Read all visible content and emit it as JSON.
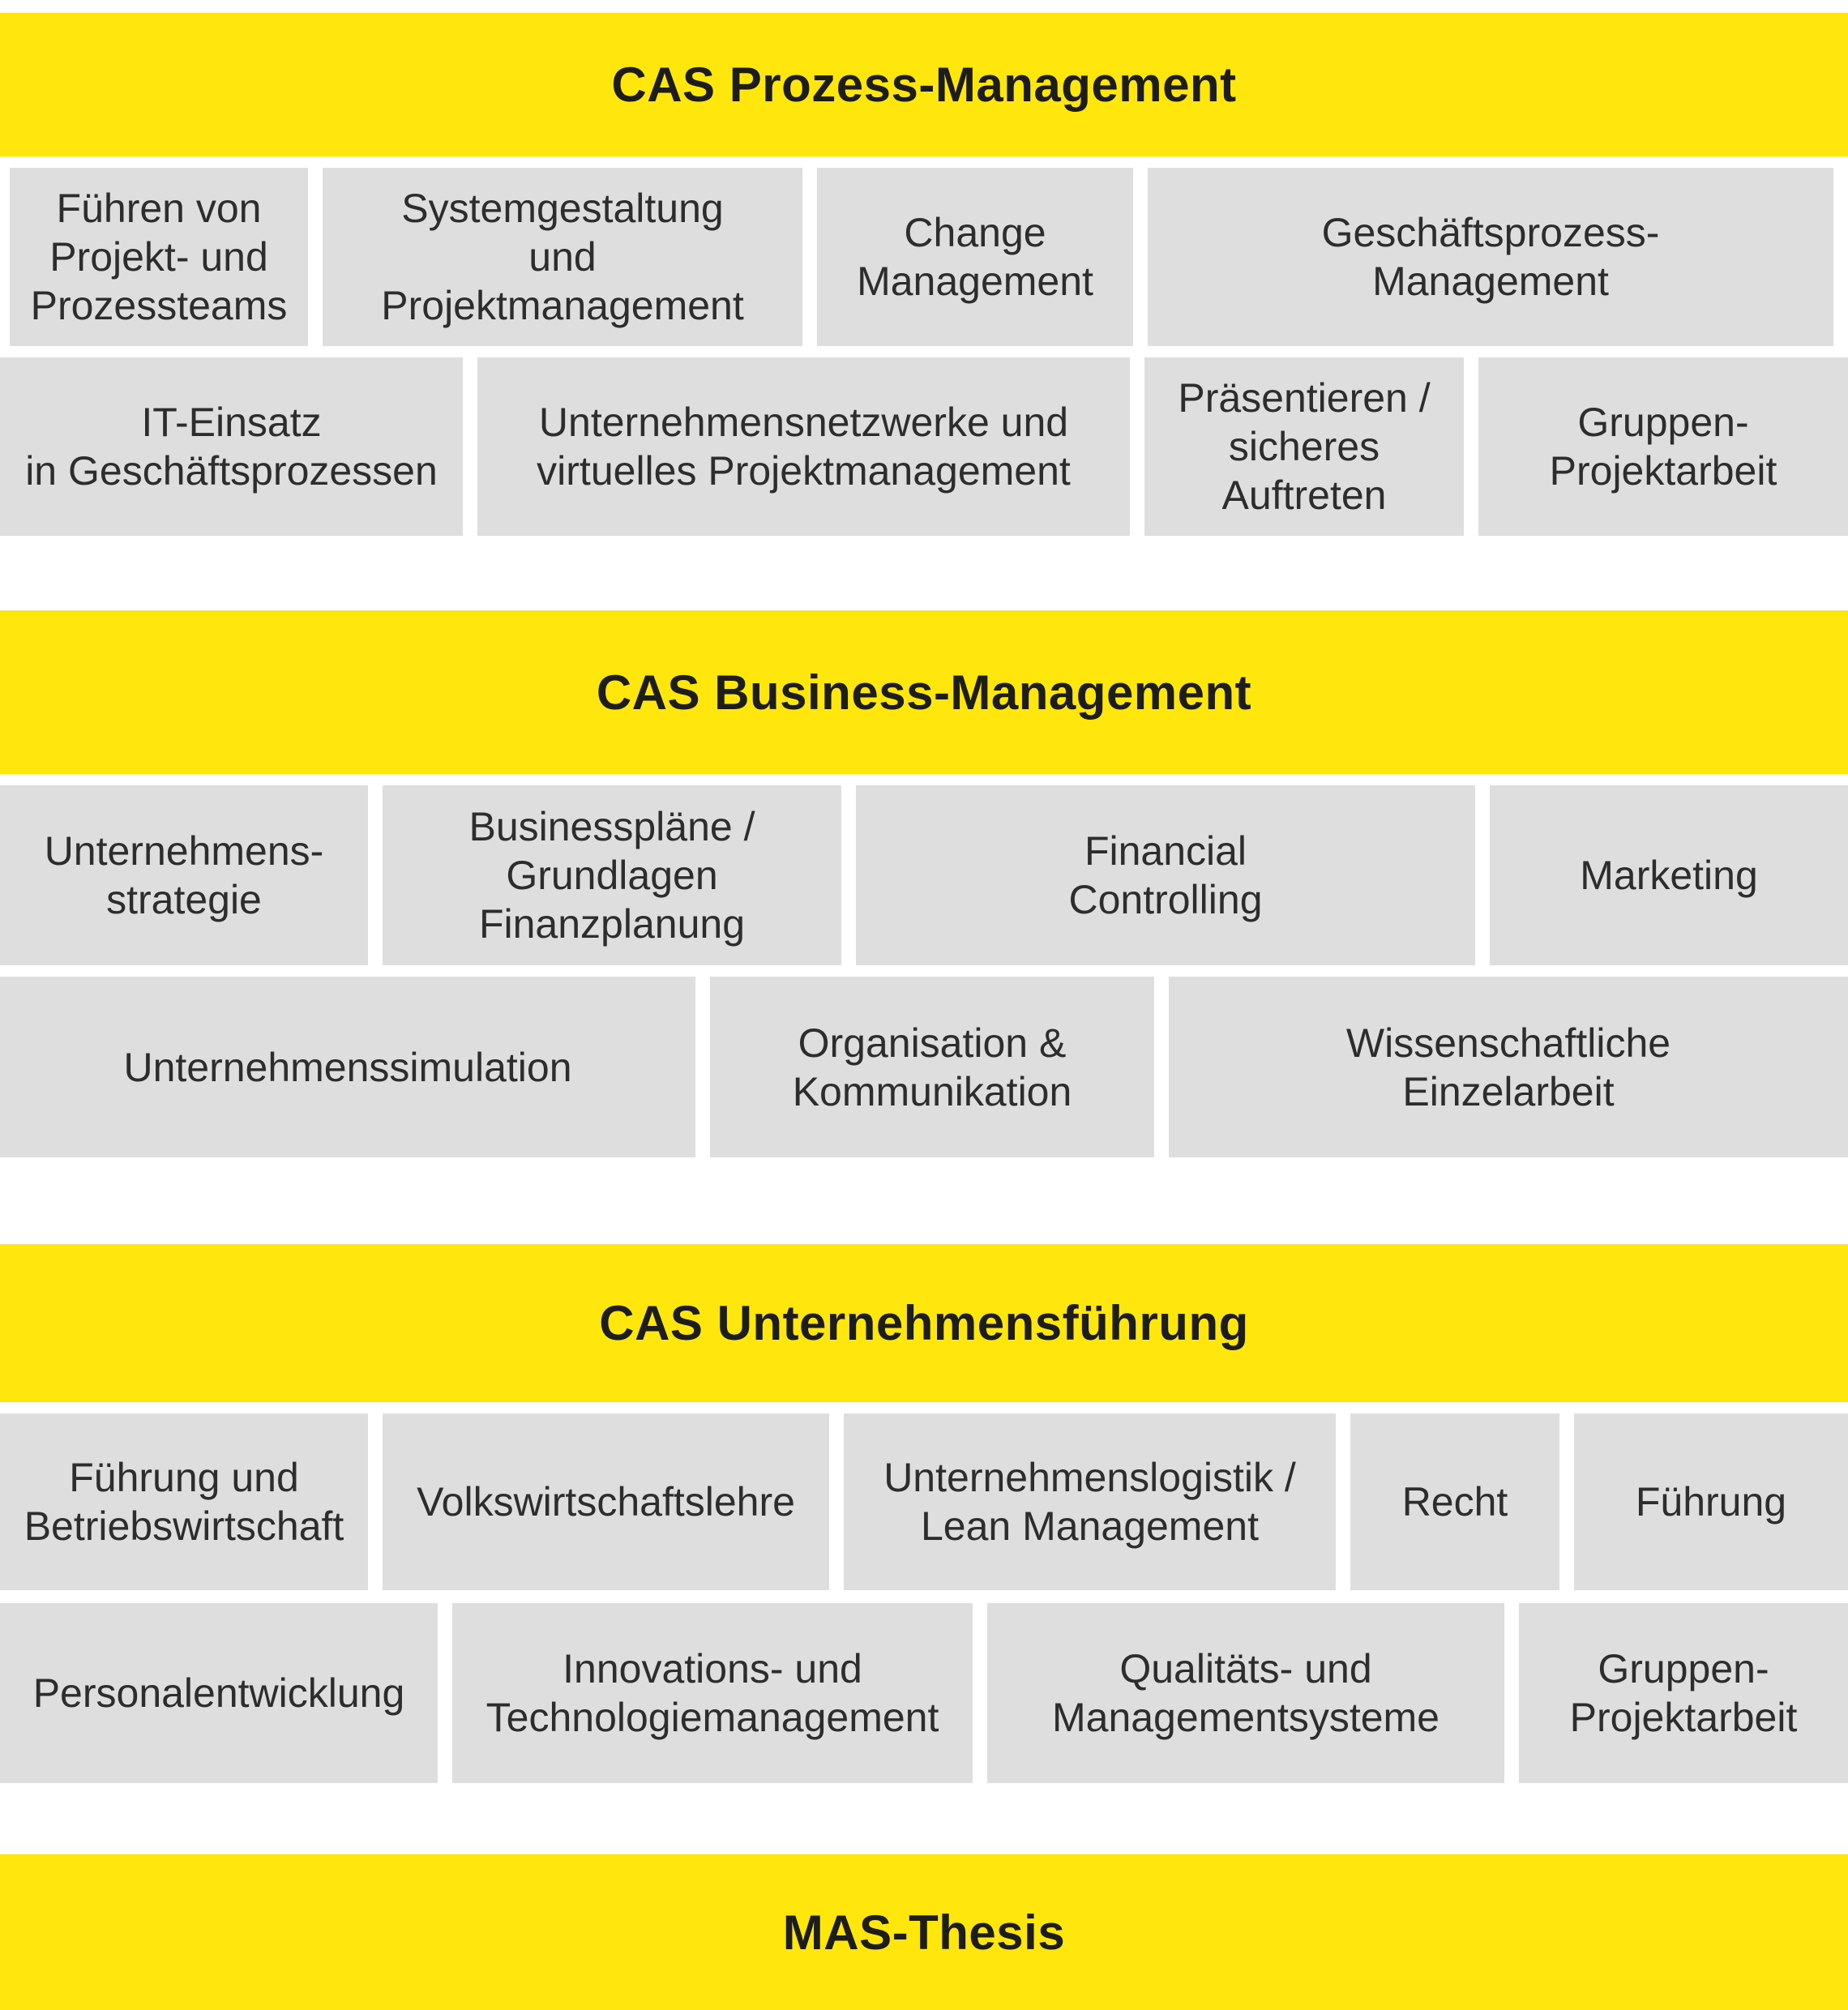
{
  "colors": {
    "band_yellow": "#ffe60d",
    "box_gray": "#dedede",
    "title_text": "#1d1d1b",
    "body_text": "#2d2d2d",
    "page_background": "#ffffff"
  },
  "sections": [
    {
      "title": "CAS Prozess-Management",
      "rows": [
        {
          "cells": [
            {
              "label": "Führen von\nProjekt- und\nProzessteams"
            },
            {
              "label": "Systemgestaltung\nund\nProjektmanagement"
            },
            {
              "label": "Change\nManagement"
            },
            {
              "label": "Geschäftsprozess-\nManagement"
            }
          ]
        },
        {
          "cells": [
            {
              "label": "IT-Einsatz\nin Geschäftsprozessen"
            },
            {
              "label": "Unternehmensnetzwerke und\nvirtuelles Projektmanagement"
            },
            {
              "label": "Präsentieren /\nsicheres\nAuftreten"
            },
            {
              "label": "Gruppen-\nProjektarbeit"
            }
          ]
        }
      ]
    },
    {
      "title": "CAS Business-Management",
      "rows": [
        {
          "cells": [
            {
              "label": "Unternehmens-\nstrategie"
            },
            {
              "label": "Businesspläne /\nGrundlagen\nFinanzplanung"
            },
            {
              "label": "Financial\nControlling"
            },
            {
              "label": "Marketing"
            }
          ]
        },
        {
          "cells": [
            {
              "label": "Unternehmenssimulation"
            },
            {
              "label": "Organisation &\nKommunikation"
            },
            {
              "label": "Wissenschaftliche\nEinzelarbeit"
            }
          ]
        }
      ]
    },
    {
      "title": "CAS Unternehmensführung",
      "rows": [
        {
          "cells": [
            {
              "label": "Führung und\nBetriebswirtschaft"
            },
            {
              "label": "Volkswirtschaftslehre"
            },
            {
              "label": "Unternehmenslogistik /\nLean Management"
            },
            {
              "label": "Recht"
            },
            {
              "label": "Führung"
            }
          ]
        },
        {
          "cells": [
            {
              "label": "Personalentwicklung"
            },
            {
              "label": "Innovations- und\nTechnologiemanagement"
            },
            {
              "label": "Qualitäts- und\nManagementsysteme"
            },
            {
              "label": "Gruppen-\nProjektarbeit"
            }
          ]
        }
      ]
    },
    {
      "title": "MAS-Thesis",
      "rows": []
    }
  ]
}
